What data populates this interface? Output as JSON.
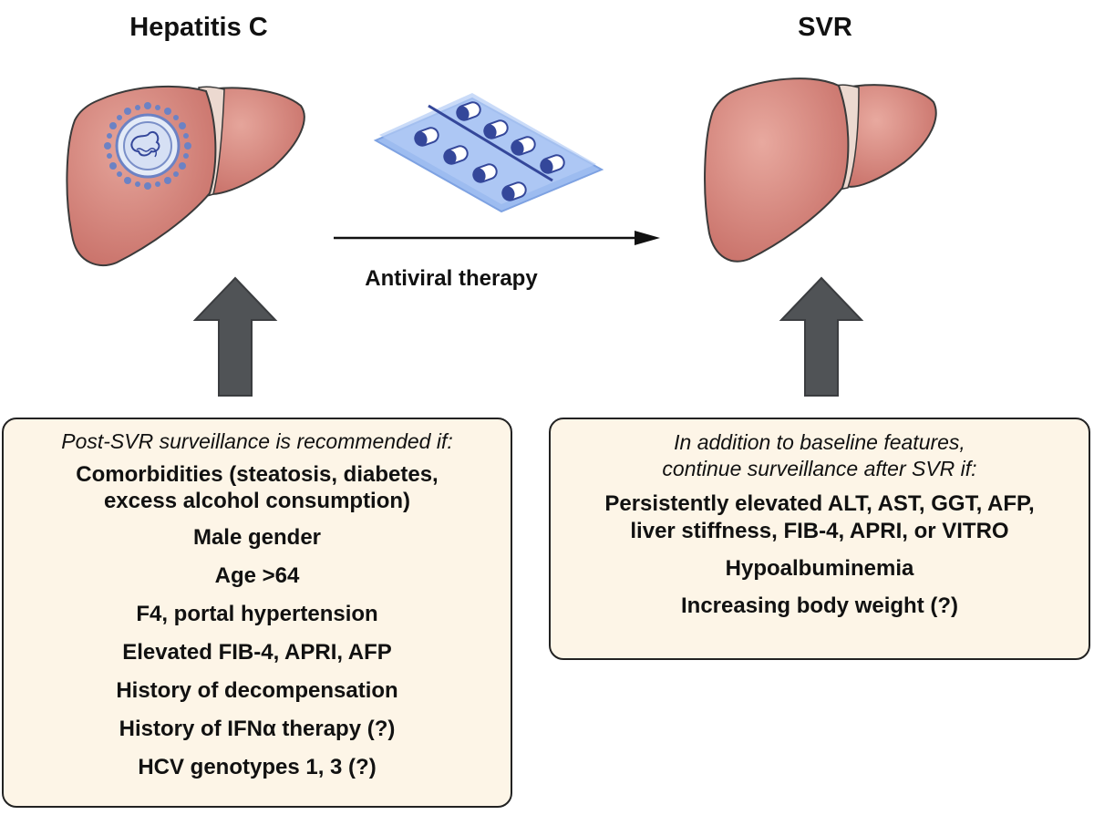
{
  "left": {
    "title": "Hepatitis C",
    "box": {
      "intro": "Post-SVR surveillance is recommended if:",
      "items": [
        "Comorbidities (steatosis, diabetes,",
        "excess alcohol consumption)",
        "Male gender",
        "Age >64",
        "F4, portal hypertension",
        "Elevated FIB-4, APRI, AFP",
        "History of decompensation",
        "History of IFNα therapy (?)",
        "HCV genotypes 1, 3 (?)"
      ]
    }
  },
  "right": {
    "title": "SVR",
    "box": {
      "intro": [
        "In addition to baseline features,",
        "continue surveillance after SVR if:"
      ],
      "items": [
        "Persistently elevated ALT, AST, GGT, AFP,",
        "liver stiffness, FIB-4, APRI, or VITRO",
        "Hypoalbuminemia",
        "Increasing body weight (?)"
      ]
    }
  },
  "center": {
    "arrow_label": "Antiviral therapy"
  },
  "icons": {
    "left_liver": "liver-with-virus-icon",
    "right_liver": "healthy-liver-icon",
    "pills": "pill-blister-pack-icon",
    "up_arrows": "up-arrow-icon"
  },
  "colors": {
    "liver": "#d4827a",
    "liver_outline": "#3a3a3a",
    "virus": "#7a8fc8",
    "blister": "#8fb3ee",
    "pill_dark": "#34479a",
    "up_arrow": "#505356",
    "box_fill": "#fdf5e7"
  }
}
